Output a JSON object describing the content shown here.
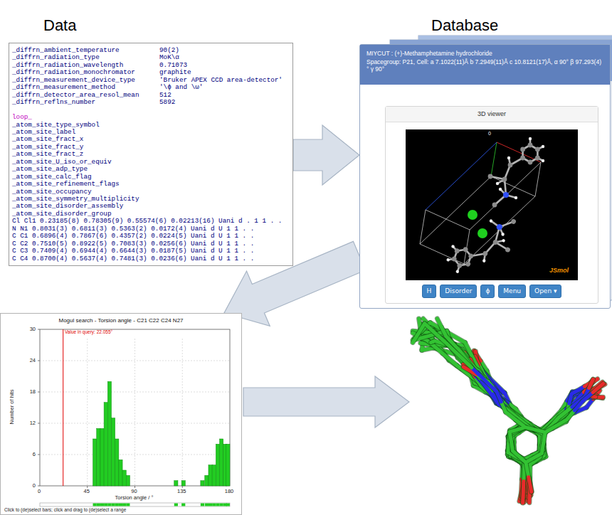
{
  "diagram": {
    "nodes": [
      {
        "text": [
          "Data",
          "_diffrn_ambient_temperature",
          "90(2)",
          "_diffrn_radiation_type",
          "MoK\\α",
          "_diffrn_radiation_wavelength",
          "0.71073",
          "_diffrn_radiation_monochromator",
          "graphite",
          "_diffrn_measurement_device_type",
          "'Bruker APEX CCD area-detector'",
          "_diffrn_measurement_method",
          "'\\ϕ and \\ω'",
          "_diffrn_detector_area_resol_mean",
          "512",
          "_diffrn_reflns_number",
          "5892",
          "loop_",
          "_atom_site_type_symbol",
          "_atom_site_label",
          "_atom_site_fract_x",
          "_atom_site_fract_y",
          "_atom_site_fract_z",
          "_atom_site_U_iso_or_equiv",
          "_atom_site_adp_type",
          "_atom_site_calc_flag",
          "_atom_site_refinement_flags",
          "_atom_site_occupancy",
          "_atom_site_symmetry_multiplicity",
          "_atom_site_disorder_assembly",
          "_atom_site_disorder_group",
          "Cl Cl1 0.23185(8) 0.78305(9) 0.55574(6) 0.02213(16) Uani d . 1 1 . .",
          "N N1 0.8031(3) 0.6811(3) 0.5363(2) 0.0172(4) Uani d U 1 1 . .",
          "C C1 0.6896(4) 0.7867(6) 0.4357(2) 0.0224(5) Uani d U 1 1 . .",
          "C C2 0.7510(5) 0.8922(5) 0.7083(3) 0.0256(6) Uani d U 1 1 . .",
          "C C3 0.7409(4) 0.6944(4) 0.6644(3) 0.0187(5) Uani d U 1 1 . .",
          "C C4 0.8700(4) 0.5637(4) 0.7481(3) 0.0236(6) Uani d U 1 1 . ."
        ]
      },
      {
        "text": [
          "Database",
          "MIYCUT : (+)-Methamphetamine hydrochloride",
          "Spacegroup: P21, Cell: a 7.1022(11)Å b 7.2949(11)Å c 10.8121(17)Å, α 90° β 97.293(4)° γ 90°"
        ]
      },
      {
        "text": [
          "3D viewer"
        ],
        "in": 1
      },
      {
        "text": [
          "H"
        ],
        "in": 2
      },
      {
        "text": [
          "Disorder"
        ],
        "in": 2
      },
      {
        "text": [
          "ɸ"
        ],
        "in": 2
      },
      {
        "text": [
          "Menu"
        ],
        "in": 2
      },
      {
        "text": [
          "Open ▾"
        ],
        "in": 2
      },
      {
        "text": [
          "Mogul search - Torsion angle - C21 C22 C24 N27"
        ]
      }
    ],
    "edges": [
      {
        "from": 0,
        "to": 1,
        "arrow": "to"
      },
      {
        "from": 1,
        "to": 8,
        "arrow": "to"
      }
    ],
    "labels": [
      "JSmol",
      "0",
      "Value in query: 22.055°",
      "30",
      "24",
      "18",
      "12",
      "6",
      "0",
      "0",
      "45",
      "90",
      "135",
      "180",
      "Number of hits",
      "Torsion angle / °",
      "Click to (de)select bars; click and drag to (de)select a range"
    ]
  }
}
